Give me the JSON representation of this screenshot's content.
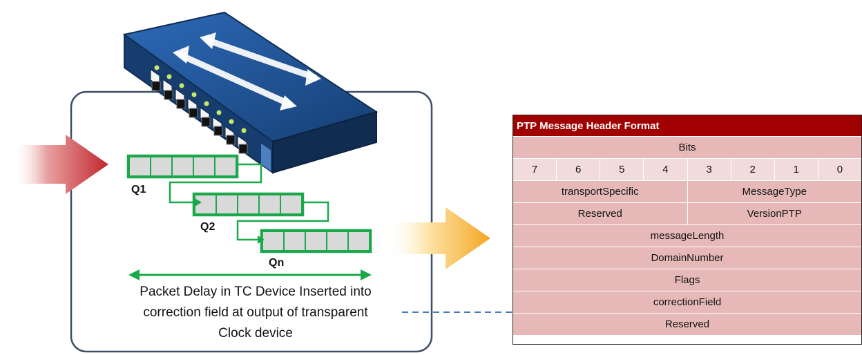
{
  "queues": [
    {
      "label": "Q1",
      "cells": 5
    },
    {
      "label": "Q2",
      "cells": 5
    },
    {
      "label": "Qn",
      "cells": 5
    }
  ],
  "caption_lines": [
    "Packet Delay in TC Device Inserted into",
    "correction field at output of transparent",
    "Clock device"
  ],
  "table": {
    "title": "PTP Message Header Format",
    "bits_label": "Bits",
    "bit_numbers": [
      "7",
      "6",
      "5",
      "4",
      "3",
      "2",
      "1",
      "0"
    ],
    "rows": [
      {
        "left": "transportSpecific",
        "right": "MessageType"
      },
      {
        "left": "Reserved",
        "right": "VersionPTP"
      }
    ],
    "full_rows": [
      "messageLength",
      "DomainNumber",
      "Flags",
      "correctionField",
      "Reserved"
    ]
  },
  "colors": {
    "title_bg": "#a00000",
    "cell_bg": "#e6b9b8",
    "bit_bg": "#f2dcdb",
    "queue_green": "#1aa84a",
    "arrow_blue": "#4a74c4",
    "input_arrow_red": "#c0272d",
    "output_arrow_orange": "#f5a623",
    "switch_blue": "#1e4f8c"
  },
  "icons": [
    "network-switch-icon",
    "input-arrow-icon",
    "output-arrow-icon"
  ]
}
